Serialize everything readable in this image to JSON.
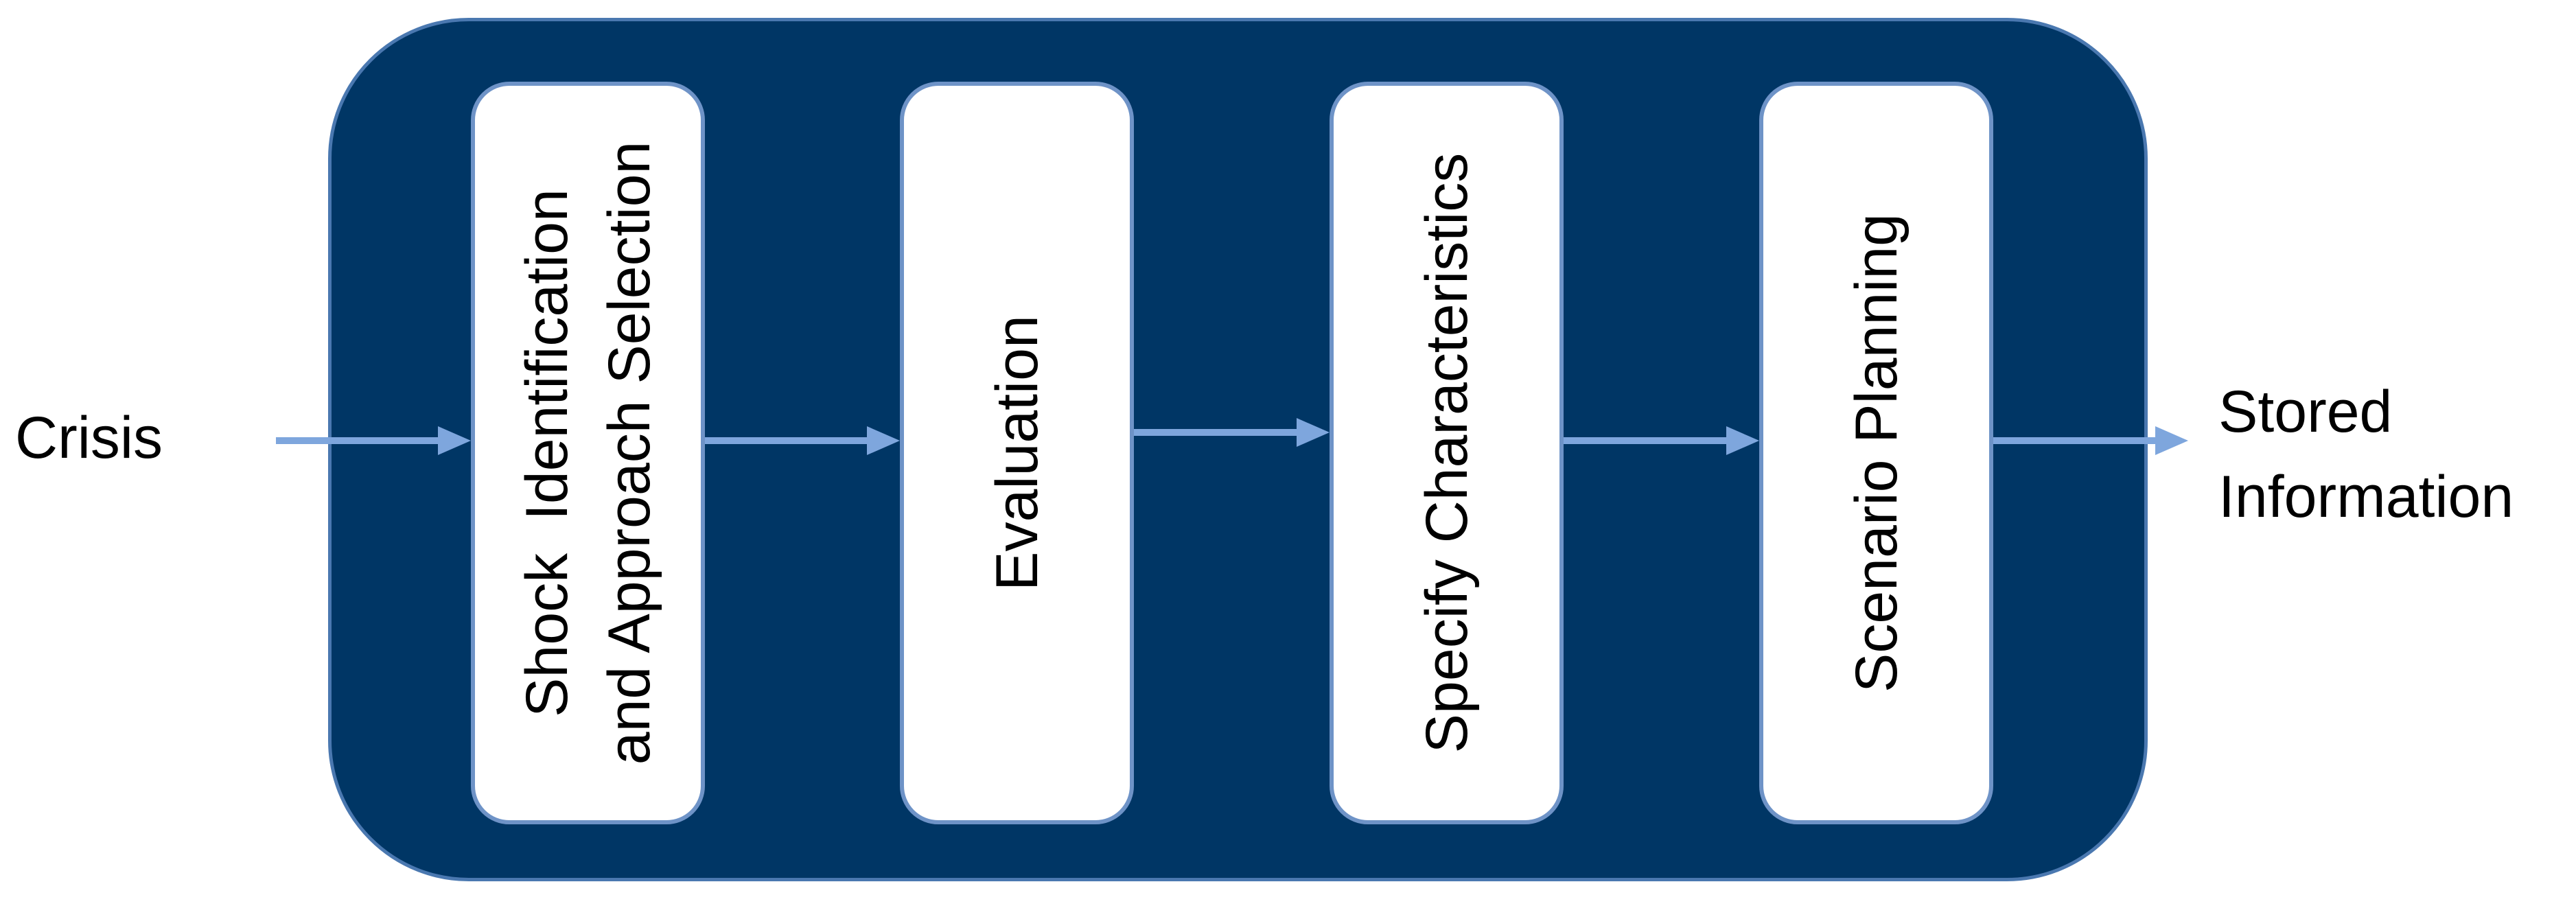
{
  "input_label": "Crisis",
  "output_label": "Stored\nInformation",
  "steps": [
    {
      "label": "Shock  Identification\nand Approach Selection"
    },
    {
      "label": "Evaluation"
    },
    {
      "label": "Specify Characteristics"
    },
    {
      "label": "Scenario Planning"
    }
  ],
  "colors": {
    "panel": "#003665",
    "panel_border": "#4a78b0",
    "box_border": "#6e93c7",
    "arrow": "#7ea6dd"
  }
}
